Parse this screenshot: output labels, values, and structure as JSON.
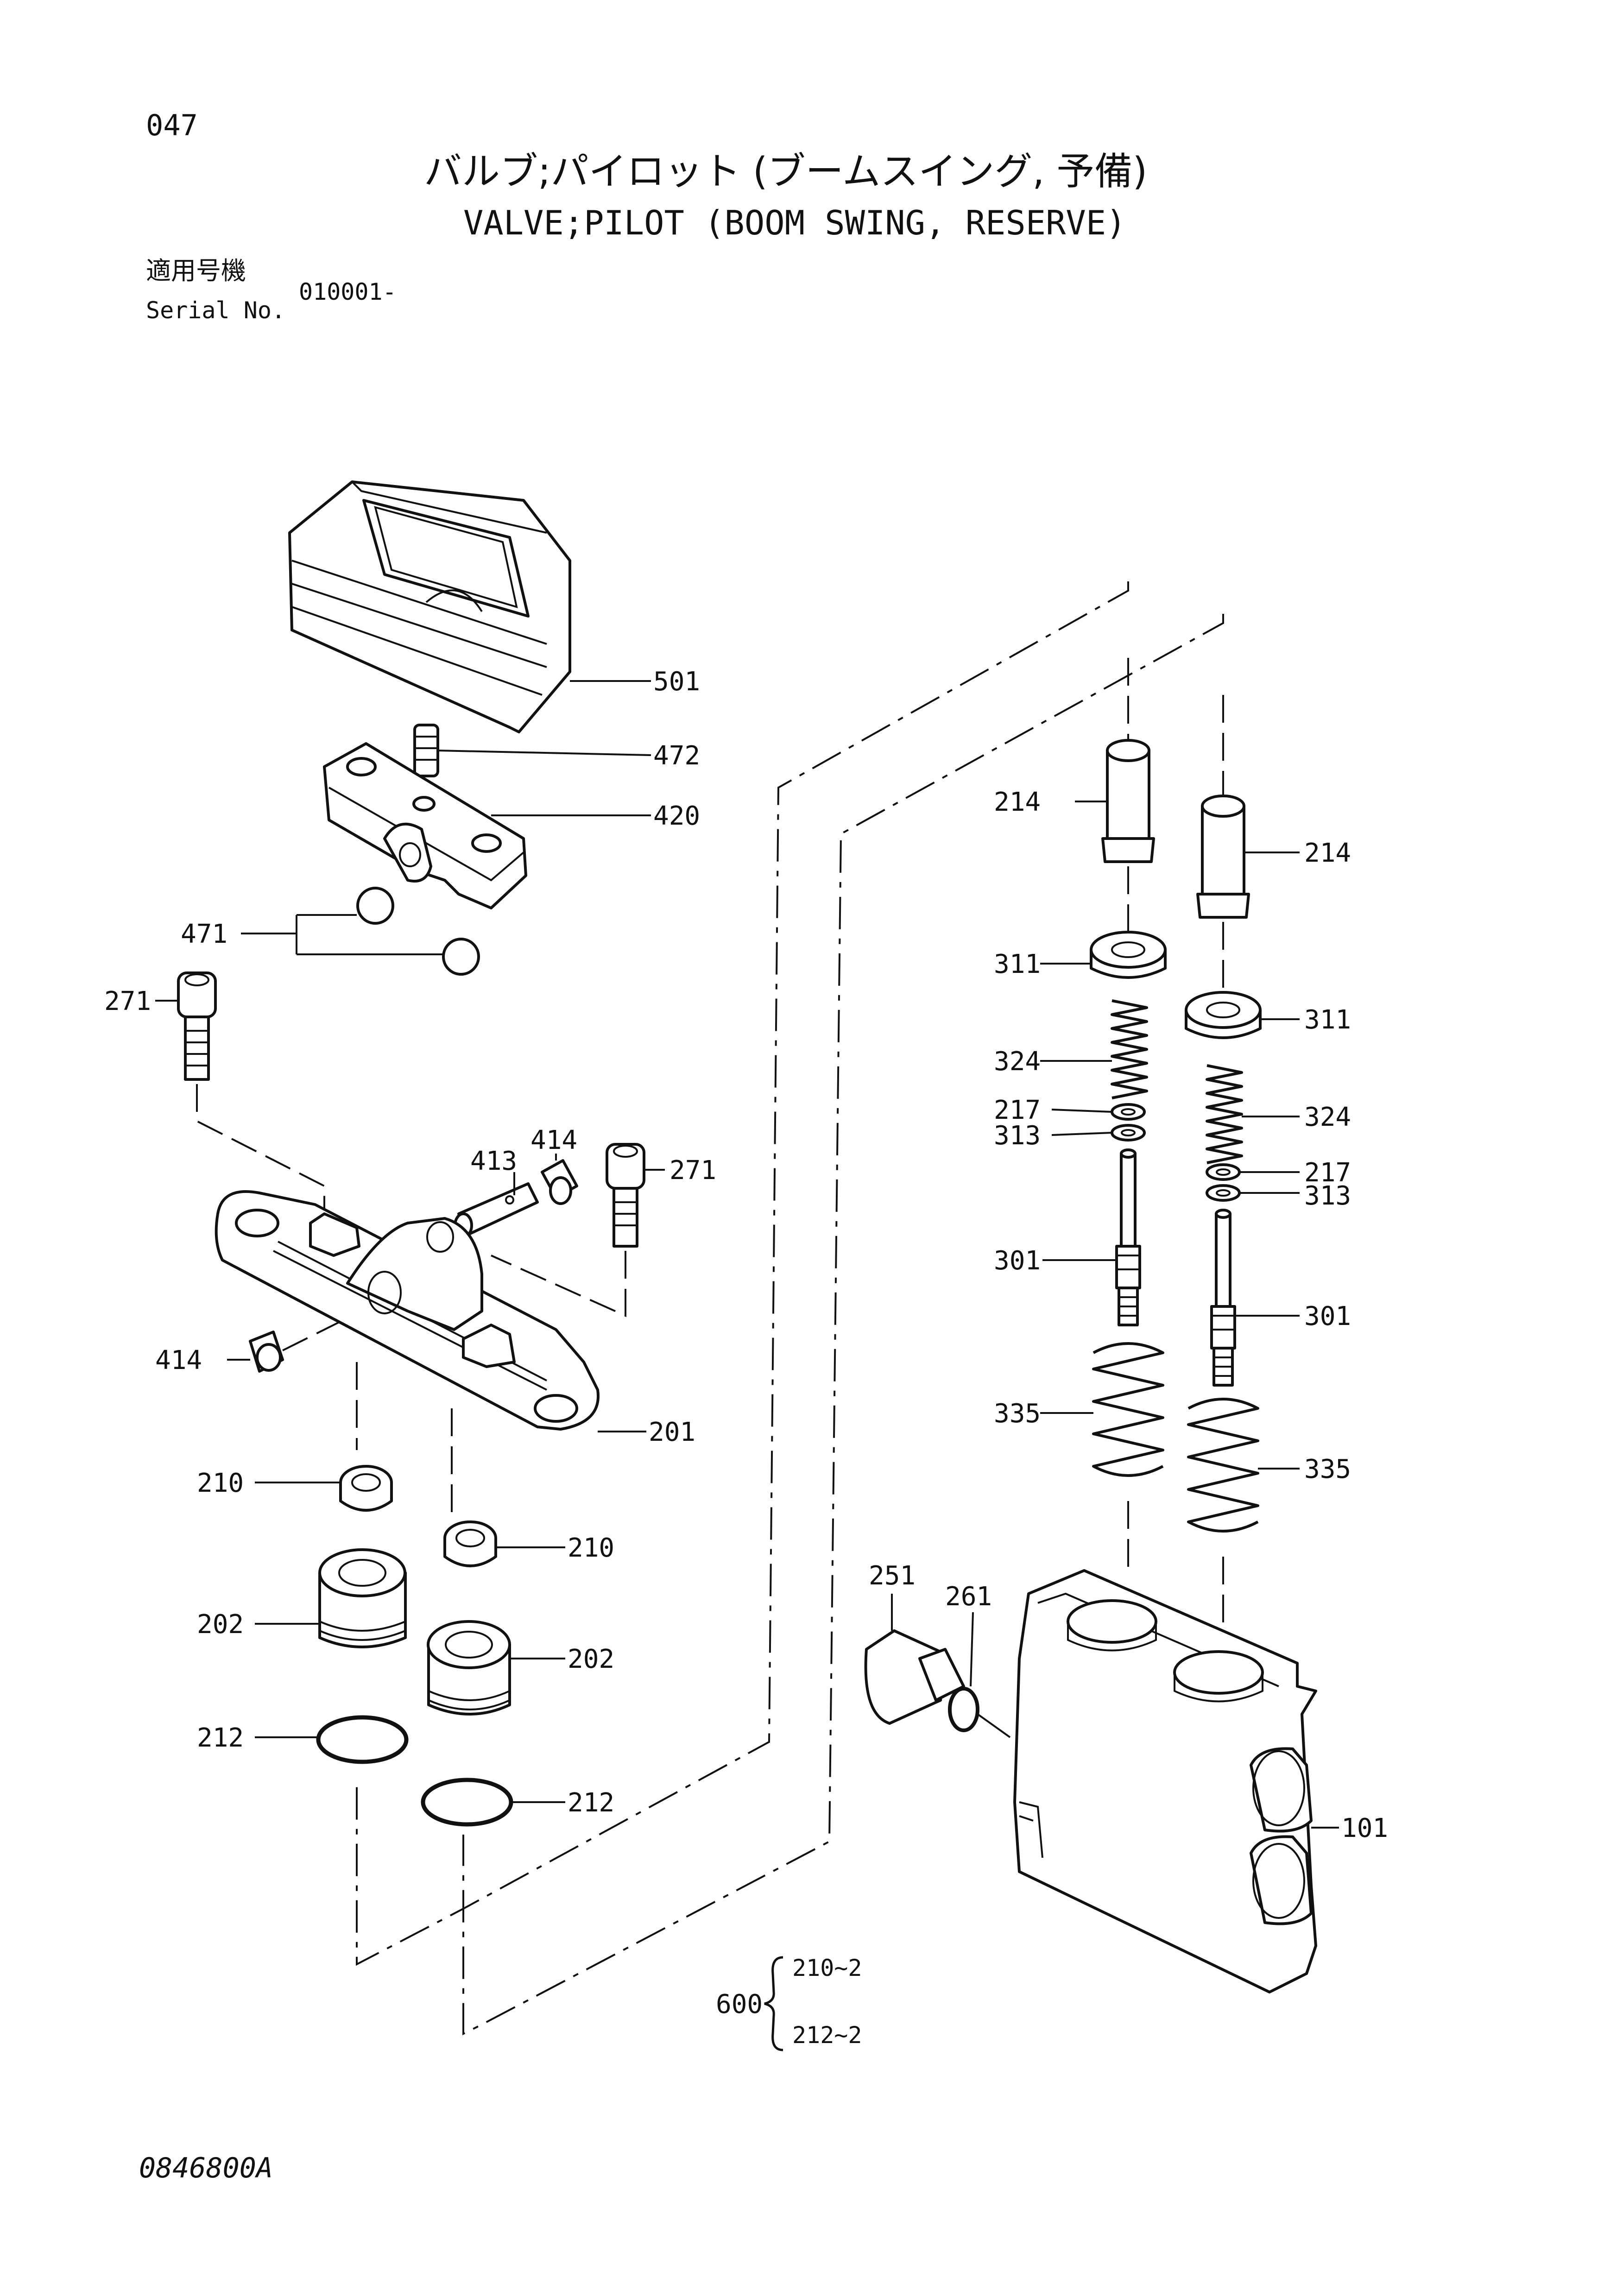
{
  "header": {
    "page_number": "047",
    "title_jp": "バルブ;パイロット (ブームスイング, 予備)",
    "title_en": "VALVE;PILOT (BOOM SWING, RESERVE)",
    "serial_label_jp": "適用号機",
    "serial_label_en": "Serial No.",
    "serial_value": "010001-"
  },
  "footer": {
    "drawing_number": "0846800A"
  },
  "callouts": {
    "p501": "501",
    "p472": "472",
    "p420": "420",
    "p471": "471",
    "p271a": "271",
    "p271b": "271",
    "p414a": "414",
    "p414b": "414",
    "p413": "413",
    "p201": "201",
    "p210a": "210",
    "p210b": "210",
    "p202a": "202",
    "p202b": "202",
    "p212a": "212",
    "p212b": "212",
    "p214a": "214",
    "p214b": "214",
    "p311a": "311",
    "p311b": "311",
    "p324a": "324",
    "p324b": "324",
    "p217a": "217",
    "p217b": "217",
    "p313a": "313",
    "p313b": "313",
    "p301a": "301",
    "p301b": "301",
    "p335a": "335",
    "p335b": "335",
    "p251": "251",
    "p261": "261",
    "p101": "101"
  },
  "kit": {
    "number": "600",
    "line1": "210~2",
    "line2": "212~2"
  }
}
